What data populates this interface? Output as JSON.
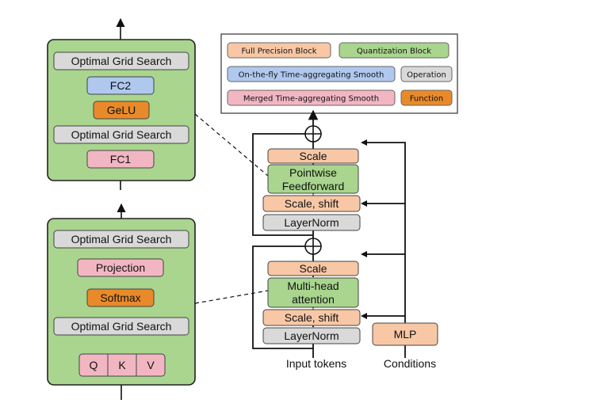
{
  "colors": {
    "full_precision": "#F8C7A5",
    "quantization": "#A9D58E",
    "onthefly_smooth": "#B0C8EE",
    "operation": "#D9D9D9",
    "merged_smooth": "#F2B6C3",
    "function": "#E98A2A",
    "panel_bg": "#A9D58E"
  },
  "legend": {
    "full_precision": "Full Precision Block",
    "quantization": "Quantization Block",
    "onthefly": "On-the-fly Time-aggregating Smooth",
    "operation": "Operation",
    "merged": "Merged Time-aggregating Smooth",
    "function": "Function"
  },
  "ffn_panel": {
    "grid_search_top": "Optimal Grid Search",
    "fc2": "FC2",
    "gelu": "GeLU",
    "grid_search_bottom": "Optimal Grid Search",
    "fc1": "FC1"
  },
  "attn_panel": {
    "grid_search_top": "Optimal Grid Search",
    "projection": "Projection",
    "softmax": "Softmax",
    "grid_search_bottom": "Optimal Grid Search",
    "q": "Q",
    "k": "K",
    "v": "V"
  },
  "block": {
    "scale_top": "Scale",
    "pointwise_line1": "Pointwise",
    "pointwise_line2": "Feedforward",
    "scale_shift_top": "Scale, shift",
    "layernorm_top": "LayerNorm",
    "scale_bottom": "Scale",
    "mha_line1": "Multi-head",
    "mha_line2": "attention",
    "scale_shift_bottom": "Scale, shift",
    "layernorm_bottom": "LayerNorm",
    "mlp": "MLP",
    "input_tokens": "Input tokens",
    "conditions": "Conditions"
  }
}
